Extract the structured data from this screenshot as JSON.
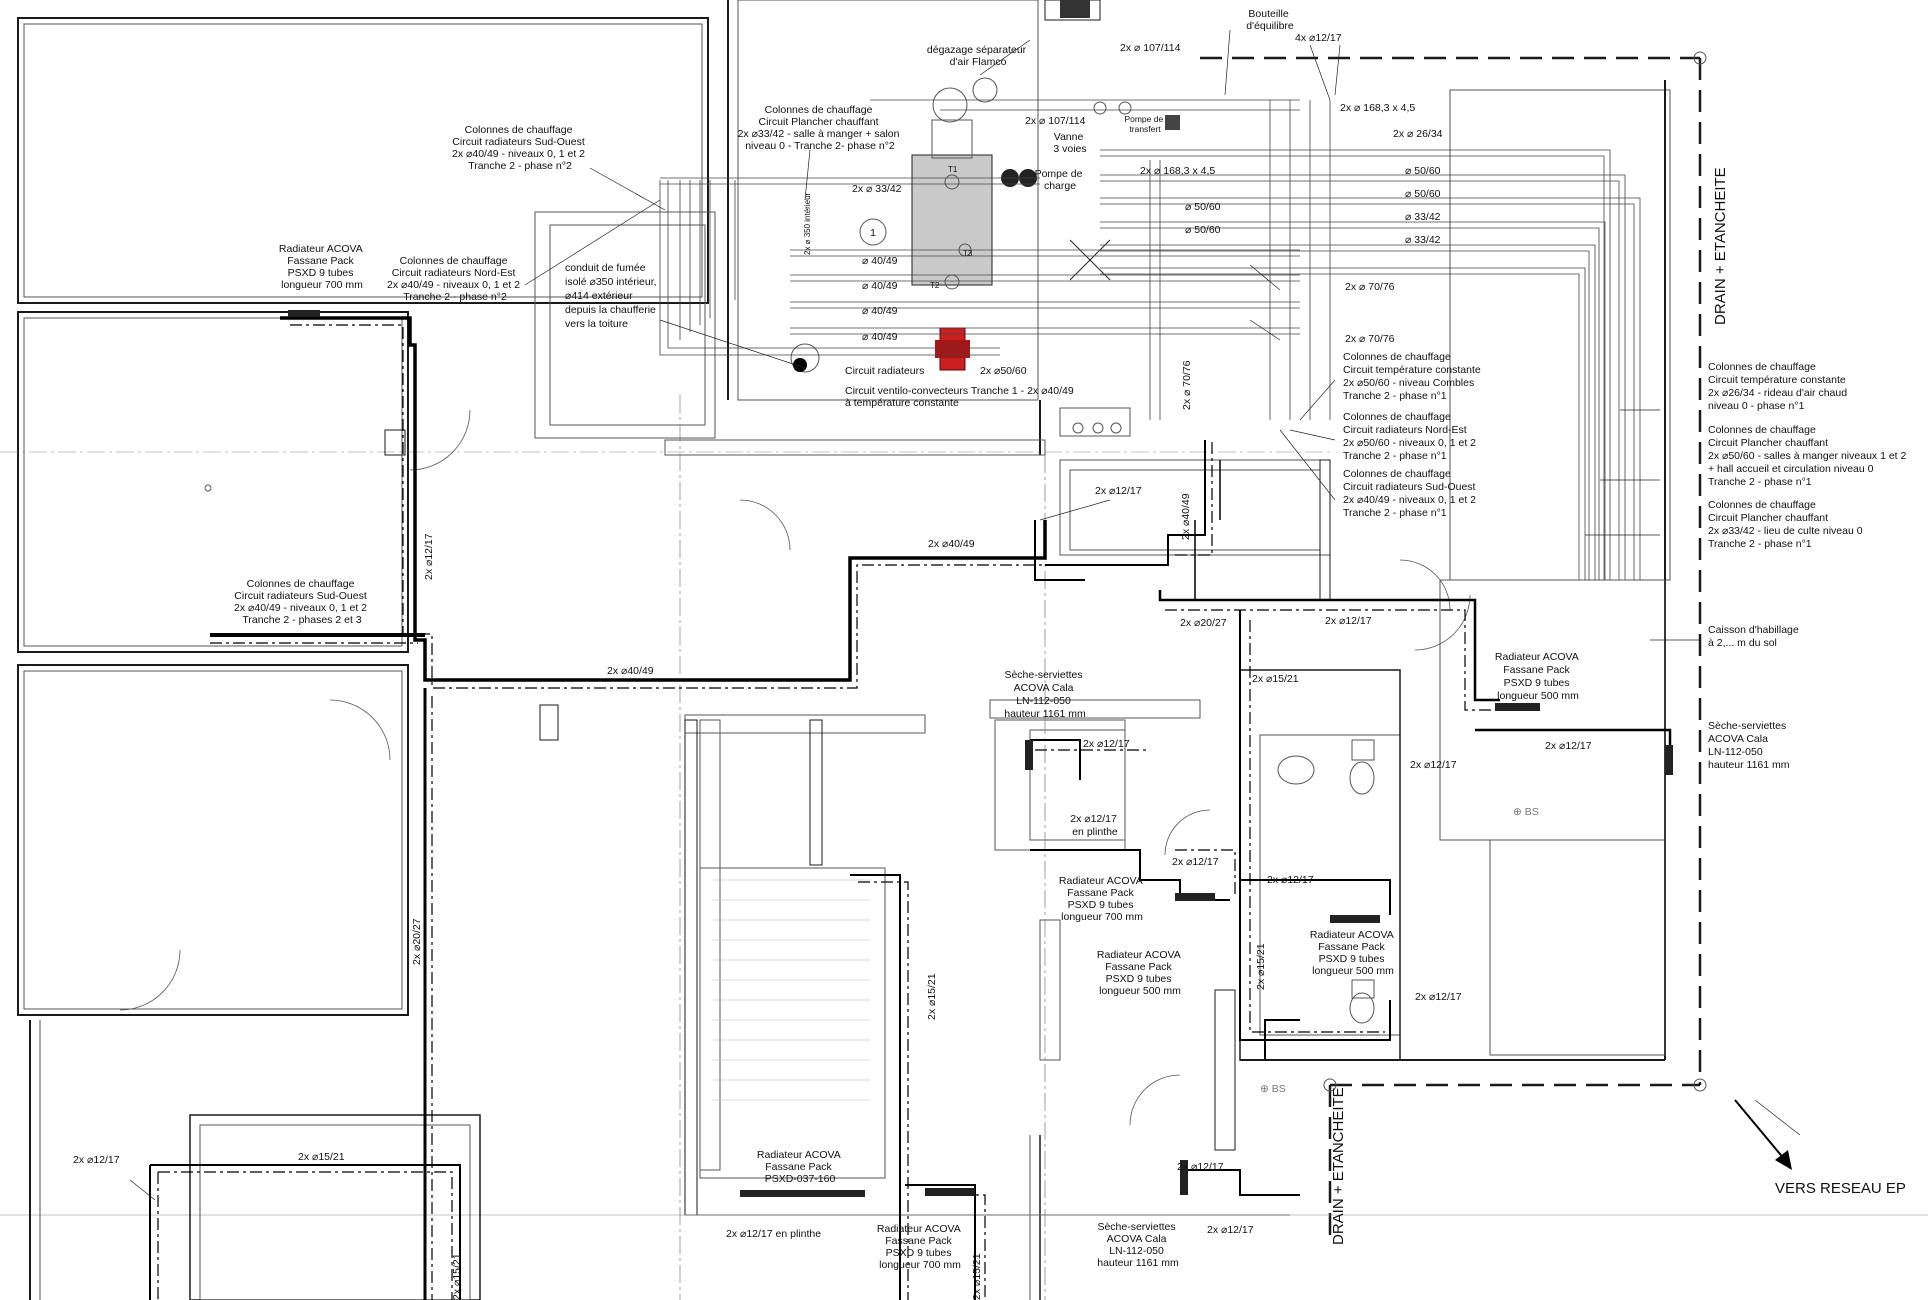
{
  "labels": {
    "colonnes_sudouest_top": [
      "Colonnes de chauffage",
      "Circuit radiateurs Sud-Ouest",
      "2x ⌀40/49 - niveaux 0, 1 et 2",
      "Tranche 2 - phase n°2"
    ],
    "colonnes_nordest_top": [
      "Colonnes de chauffage",
      "Circuit radiateurs Nord-Est",
      "2x ⌀40/49 - niveaux 0, 1 et 2",
      "Tranche 2 - phase n°2"
    ],
    "radiateur_left": [
      "Radiateur ACOVA",
      "Fassane Pack",
      "PSXD 9 tubes",
      "longueur 700 mm"
    ],
    "colonnes_sudouest_left": [
      "Colonnes de chauffage",
      "Circuit radiateurs Sud-Ouest",
      "2x ⌀40/49 - niveaux 0, 1 et 2",
      "Tranche 2 - phases 2 et 3"
    ],
    "conduit": [
      "conduit de fumée",
      "isolé ⌀350 intérieur,",
      "⌀414 extérieur",
      "depuis la chaufferie",
      "vers la toiture"
    ],
    "plancher_top": [
      "Colonnes de chauffage",
      "Circuit Plancher chauffant",
      "2x ⌀33/42 - salle à manger + salon",
      "niveau 0 - Tranche 2- phase n°2"
    ],
    "degazage": [
      "dégazage séparateur",
      "d'air Flamco"
    ],
    "bouteille": [
      "Bouteille",
      "d'équilibre"
    ],
    "pompe_transfert": [
      "Pompe de",
      "transfert"
    ],
    "vanne": [
      "Vanne",
      "3 voies"
    ],
    "pompe_charge": [
      "Pompe de",
      "charge"
    ],
    "circuit_rad": "Circuit radiateurs",
    "ventilo": [
      "Circuit ventilo-convecteurs Tranche 1 - 2x ⌀40/49",
      "à température constante"
    ],
    "temp_constante": [
      "Colonnes de chauffage",
      "Circuit température constante",
      "2x ⌀50/60 - niveau Combles",
      "Tranche 2 - phase n°1"
    ],
    "nordest_right": [
      "Colonnes de chauffage",
      "Circuit radiateurs Nord-Est",
      "2x ⌀50/60 - niveaux 0, 1 et 2",
      "Tranche 2 - phase n°1"
    ],
    "sudouest_right": [
      "Colonnes de chauffage",
      "Circuit radiateurs Sud-Ouest",
      "2x ⌀40/49 - niveaux 0, 1 et 2",
      "Tranche 2 - phase n°1"
    ],
    "far_temp": [
      "Colonnes de chauffage",
      "Circuit température constante",
      "2x ⌀26/34 - rideau d'air chaud",
      "niveau 0 - phase n°1"
    ],
    "far_plancher1": [
      "Colonnes de chauffage",
      "Circuit Plancher chauffant",
      "2x ⌀50/60 - salles à manger niveaux 1 et 2",
      "+ hall accueil et circulation niveau 0",
      "Tranche 2 - phase n°1"
    ],
    "far_plancher2": [
      "Colonnes de chauffage",
      "Circuit Plancher chauffant",
      "2x ⌀33/42 - lieu de culte niveau 0",
      "Tranche 2 - phase n°1"
    ],
    "caisson": [
      "Caisson d'habillage",
      "à 2,... m  du sol"
    ],
    "seche_right": [
      "Sèche-serviettes",
      "ACOVA Cala",
      "LN-112-050",
      "hauteur 1161 mm"
    ],
    "radiateur_right": [
      "Radiateur ACOVA",
      "Fassane Pack",
      "PSXD 9 tubes",
      "longueur 500 mm"
    ],
    "seche_center": [
      "Sèche-serviettes",
      "ACOVA Cala",
      "LN-112-050",
      "hauteur 1161 mm"
    ],
    "en_plinthe_mid": [
      "2x ⌀12/17",
      "en plinthe"
    ],
    "rad_700_mid": [
      "Radiateur ACOVA",
      "Fassane Pack",
      "PSXD 9 tubes",
      "longueur 700 mm"
    ],
    "rad_500_mid": [
      "Radiateur ACOVA",
      "Fassane Pack",
      "PSXD 9 tubes",
      "longueur 500 mm"
    ],
    "rad_500_right2": [
      "Radiateur ACOVA",
      "Fassane Pack",
      "PSXD 9 tubes",
      "longueur 500 mm"
    ],
    "rad_037": [
      "Radiateur ACOVA",
      "Fassane Pack",
      "PSXD-037-160"
    ],
    "rad_700_bottom": [
      "Radiateur ACOVA",
      "Fassane Pack",
      "PSXD 9 tubes",
      "longueur 700 mm"
    ],
    "seche_bottom": [
      "Sèche-serviettes",
      "ACOVA Cala",
      "LN-112-050",
      "hauteur 1161 mm"
    ],
    "drain_right": "DRAIN + ETANCHEITE",
    "drain_bottom": "DRAIN + ETANCHEITE",
    "vers_reseau": "VERS RESEAU EP",
    "dim": {
      "d107_1": "2x ⌀ 107/114",
      "d107_2": "2x ⌀ 107/114",
      "d4x": "4x ⌀12/17",
      "d168_a": "2x ⌀ 168,3 x 4,5",
      "d168_b": "2x ⌀ 168,3 x 4,5",
      "d26": "2x ⌀ 26/34",
      "d50a": "⌀ 50/60",
      "d50b": "⌀ 50/60",
      "d50c": "⌀ 50/60",
      "d50d": "⌀ 50/60",
      "d33a": "⌀ 33/42",
      "d33b": "⌀ 33/42",
      "d33c": "2x ⌀ 33/42",
      "d40a": "⌀ 40/49",
      "d40b": "⌀ 40/49",
      "d40c": "⌀ 40/49",
      "d40d": "⌀ 40/49",
      "d70a": "2x ⌀ 70/76",
      "d70b": "2x ⌀ 70/76",
      "d50_60_rad": "2x ⌀50/60",
      "d70_vert": "2x ⌀ 70/76",
      "d40_vert": "2x ⌀40/49",
      "d12_top": "2x ⌀12/17",
      "d40_mid": "2x ⌀40/49",
      "d40_left": "2x ⌀40/49",
      "d12_vleft": "2x ⌀12/17",
      "d20_vleft": "2x ⌀20/27",
      "d20_27": "2x ⌀20/27",
      "d12_r1": "2x ⌀12/17",
      "d15_21_a": "2x ⌀15/21",
      "d12_c1": "2x ⌀12/17",
      "d12_r2": "2x ⌀12/17",
      "d12_r3": "2x ⌀12/17",
      "d12_m1": "2x ⌀12/17",
      "d12_m2": "2x ⌀12/17",
      "d15_v_mid": "2x ⌀15/21",
      "d15_v_c": "2x ⌀15/21",
      "d12_r4": "2x ⌀12/17",
      "d12_bl": "2x ⌀12/17",
      "d15_bl": "2x ⌀15/21",
      "d12_plinthe": "2x ⌀12/17 en plinthe",
      "d12_bc1": "2x ⌀12/17",
      "d12_bc2": "2x ⌀12/17",
      "d15_vb1": "2x ⌀15/21",
      "d15_vb2": "2x ⌀15/21",
      "d350_vert": "2x ⌀ 350 intérieur"
    },
    "marker_1": "1",
    "t1": "T1",
    "t2": "T2",
    "t3": "T3",
    "bs1": "⊕ BS",
    "bs2": "⊕ BS"
  }
}
